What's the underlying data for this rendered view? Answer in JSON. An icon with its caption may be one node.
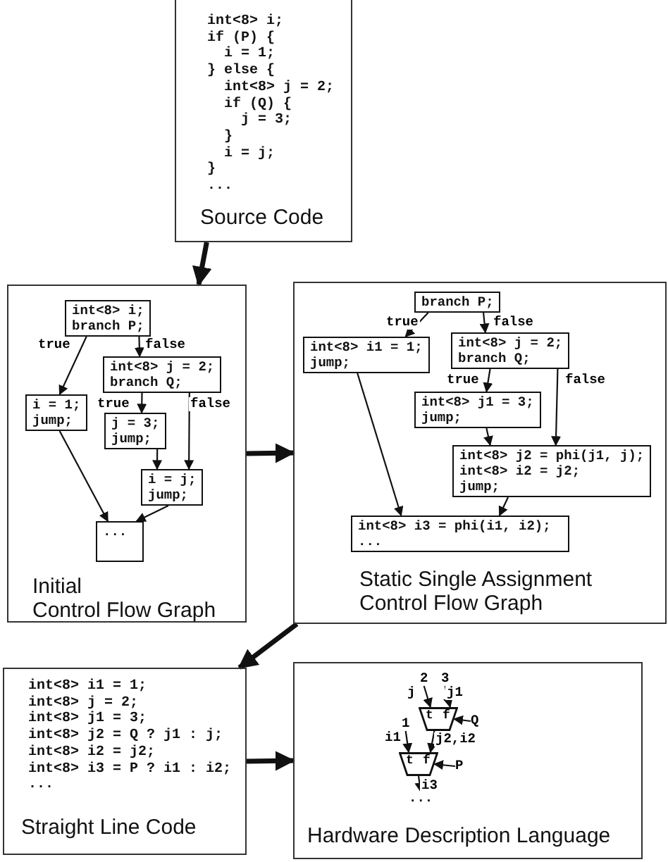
{
  "diagram": {
    "nodes": [
      {
        "text": [
          "int<8> i;",
          "if (P) {",
          "  i = 1;",
          "} else {",
          "  int<8> j = 2;",
          "  if (Q) {",
          "    j = 3;",
          "  }",
          "  i = j;",
          "}",
          "...",
          "Source Code"
        ]
      },
      {
        "text": [
          "Initial",
          "Control Flow Graph"
        ]
      },
      {
        "text": [
          "int<8> i;",
          "branch P;"
        ],
        "in": 1
      },
      {
        "text": [
          "i = 1;",
          "jump;"
        ],
        "in": 1
      },
      {
        "text": [
          "int<8> j = 2;",
          "branch Q;"
        ],
        "in": 1
      },
      {
        "text": [
          "j = 3;",
          "jump;"
        ],
        "in": 1
      },
      {
        "text": [
          "i = j;",
          "jump;"
        ],
        "in": 1
      },
      {
        "text": [
          "..."
        ],
        "in": 1
      },
      {
        "text": [
          "Static Single Assignment Control Flow Graph"
        ]
      },
      {
        "text": [
          "branch P;"
        ],
        "in": 8
      },
      {
        "text": [
          "int<8> i1 = 1;",
          "jump;"
        ],
        "in": 8
      },
      {
        "text": [
          "int<8> j = 2;",
          "branch Q;"
        ],
        "in": 8
      },
      {
        "text": [
          "int<8> j1 = 3;",
          "jump;"
        ],
        "in": 8
      },
      {
        "text": [
          "int<8> j2 = phi(j1, j);",
          "int<8> i2 = j2;",
          "jump;"
        ],
        "in": 8
      },
      {
        "text": [
          "int<8> i3 = phi(i1, i2);",
          "..."
        ],
        "in": 8
      },
      {
        "text": [
          "int<8> i1 = 1;",
          "int<8> j = 2;",
          "int<8> j1 = 3;",
          "int<8> j2 = Q ? j1 : j;",
          "int<8> i2 = j2;",
          "int<8> i3 = P ? i1 : i2;",
          "...",
          "Straight Line Code"
        ]
      },
      {
        "text": [
          "Hardware Description Language"
        ]
      },
      {
        "text": [
          "2"
        ],
        "in": 16
      },
      {
        "text": [
          "3"
        ],
        "in": 16
      },
      {
        "text": [
          "t",
          "f"
        ],
        "in": 16
      },
      {
        "text": [
          "Q"
        ],
        "in": 16
      },
      {
        "text": [
          "1"
        ],
        "in": 16
      },
      {
        "text": [
          "t",
          "f"
        ],
        "in": 16
      },
      {
        "text": [
          "P"
        ],
        "in": 16
      },
      {
        "text": [
          "..."
        ],
        "in": 16
      }
    ],
    "edges": [
      {
        "from": 0,
        "to": 1,
        "arrow": "to",
        "style": "thick"
      },
      {
        "from": 2,
        "to": 3,
        "arrow": "to",
        "label": "true"
      },
      {
        "from": 2,
        "to": 4,
        "arrow": "to",
        "label": "false"
      },
      {
        "from": 4,
        "to": 5,
        "arrow": "to",
        "label": "true"
      },
      {
        "from": 4,
        "to": 6,
        "arrow": "to",
        "label": "false"
      },
      {
        "from": 5,
        "to": 6,
        "arrow": "to"
      },
      {
        "from": 3,
        "to": 7,
        "arrow": "to"
      },
      {
        "from": 6,
        "to": 7,
        "arrow": "to"
      },
      {
        "from": 1,
        "to": 8,
        "arrow": "to",
        "style": "thick"
      },
      {
        "from": 9,
        "to": 10,
        "arrow": "to",
        "label": "true"
      },
      {
        "from": 9,
        "to": 11,
        "arrow": "to",
        "label": "false"
      },
      {
        "from": 11,
        "to": 12,
        "arrow": "to",
        "label": "true"
      },
      {
        "from": 11,
        "to": 13,
        "arrow": "to",
        "label": "false"
      },
      {
        "from": 12,
        "to": 13,
        "arrow": "to"
      },
      {
        "from": 10,
        "to": 14,
        "arrow": "to"
      },
      {
        "from": 13,
        "to": 14,
        "arrow": "to"
      },
      {
        "from": 8,
        "to": 15,
        "arrow": "to",
        "style": "thick"
      },
      {
        "from": 15,
        "to": 16,
        "arrow": "to",
        "style": "thick"
      },
      {
        "from": 17,
        "to": 19,
        "arrow": "to",
        "label": "j"
      },
      {
        "from": 18,
        "to": 19,
        "arrow": "to",
        "label": "j1"
      },
      {
        "from": 20,
        "to": 19,
        "arrow": "to"
      },
      {
        "from": 21,
        "to": 22,
        "arrow": "to",
        "label": "i1"
      },
      {
        "from": 19,
        "to": 22,
        "arrow": "to",
        "label": "j2,i2"
      },
      {
        "from": 23,
        "to": 22,
        "arrow": "to"
      },
      {
        "from": 22,
        "to": 24,
        "arrow": "to",
        "label": "i3"
      }
    ]
  }
}
